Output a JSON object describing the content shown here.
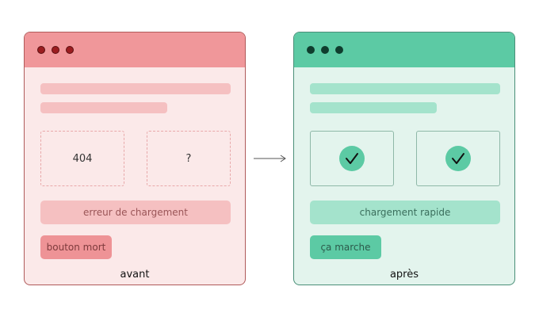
{
  "colors": {
    "before_border": "#b05a5a",
    "before_titlebar": "#f0979a",
    "before_body": "#fbe9e9",
    "before_bar": "#f5c0c1",
    "before_dot": "#9b1d20",
    "before_box_border": "#e8a9aa",
    "before_status_bg": "#f5c0c1",
    "before_status_text": "#9a5557",
    "before_button_bg": "#ee9396",
    "before_button_text": "#7d3a3c",
    "after_border": "#4a8f78",
    "after_titlebar": "#5ccaa4",
    "after_body": "#e3f4ed",
    "after_bar": "#a4e3cc",
    "after_dot": "#0f3d2e",
    "after_box_border": "#8fb8a8",
    "after_check_bg": "#5ccaa4",
    "after_check_mark": "#111111",
    "after_status_bg": "#a4e3cc",
    "after_status_text": "#3a6e5c",
    "after_button_bg": "#5ccaa4",
    "after_button_text": "#2c5a4b",
    "arrow": "#555555"
  },
  "before": {
    "box_left_text": "404",
    "box_right_text": "?",
    "status_text": "erreur de chargement",
    "button_label": "bouton mort",
    "caption": "avant"
  },
  "after": {
    "left_icon": "check-icon",
    "right_icon": "check-icon",
    "status_text": "chargement rapide",
    "button_label": "ça marche",
    "caption": "après"
  },
  "arrow_icon": "right-arrow-icon"
}
